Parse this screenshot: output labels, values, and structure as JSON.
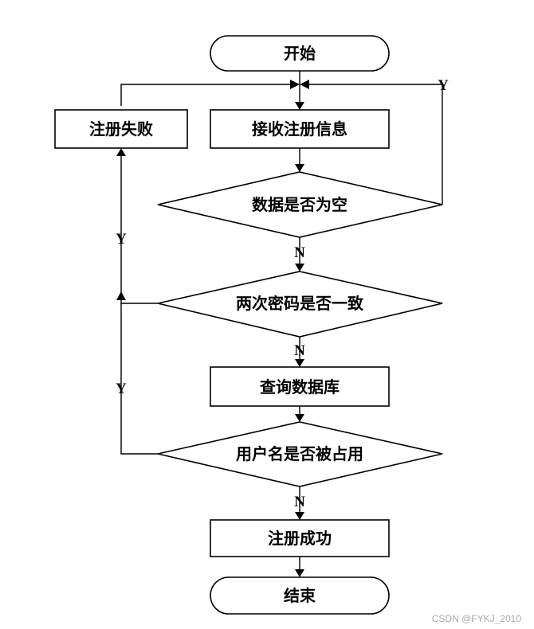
{
  "nodes": {
    "start": "开始",
    "receive": "接收注册信息",
    "fail": "注册失败",
    "check_empty": "数据是否为空",
    "check_password": "两次密码是否一致",
    "query_db": "查询数据库",
    "check_username": "用户名是否被占用",
    "success": "注册成功",
    "end": "结束"
  },
  "edge_labels": {
    "empty_yes": "Y",
    "empty_no": "N",
    "password_mismatch": "Y",
    "password_ok": "N",
    "username_taken": "Y",
    "username_free": "N"
  },
  "watermark": "CSDN @FYKJ_2010"
}
